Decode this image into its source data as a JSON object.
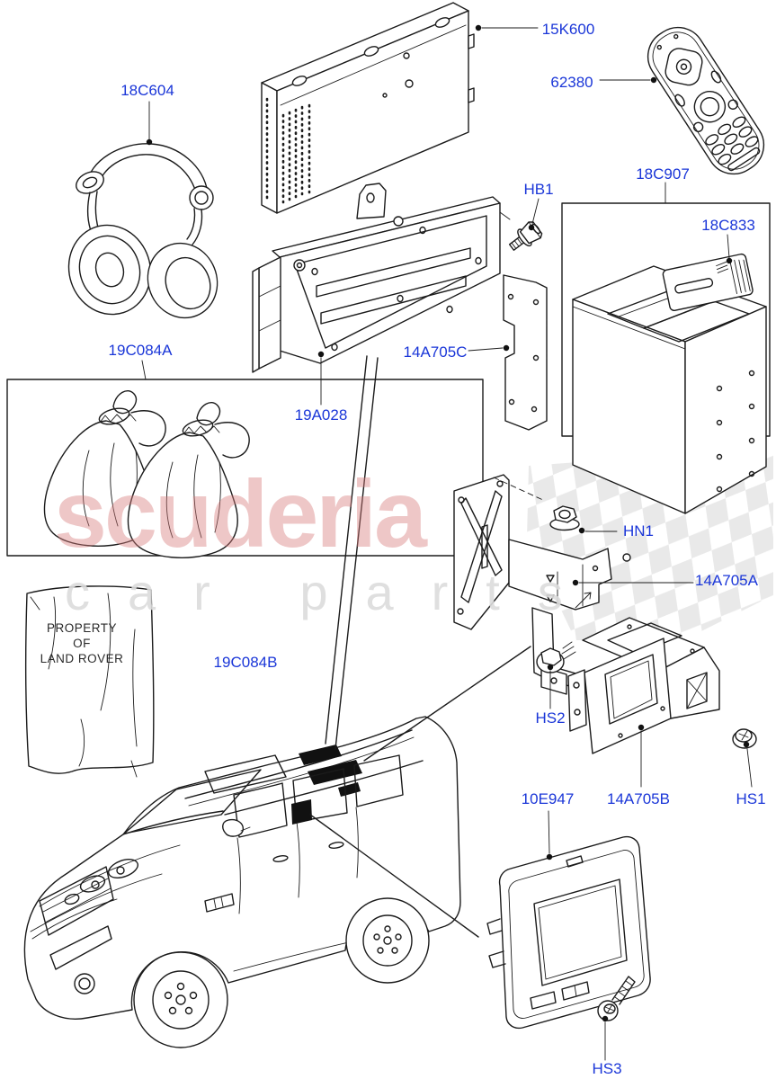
{
  "theme": {
    "label_color": "#1a36d8",
    "line_color": "#1b1b1b",
    "wm_brand_color": "#d97c7c",
    "wm_sub_color": "#dcdcdc"
  },
  "watermark": {
    "brand": "scuderia",
    "sub": "car parts"
  },
  "parts": [
    {
      "label": "18C604"
    },
    {
      "label": "15K600"
    },
    {
      "label": "62380"
    },
    {
      "label": "HB1"
    },
    {
      "label": "18C907"
    },
    {
      "label": "18C833"
    },
    {
      "label": "19A028"
    },
    {
      "label": "14A705C"
    },
    {
      "label": "19C084A"
    },
    {
      "label": "HN1"
    },
    {
      "label": "14A705A"
    },
    {
      "label": "19C084B"
    },
    {
      "label": "HS2"
    },
    {
      "label": "10E947"
    },
    {
      "label": "14A705B"
    },
    {
      "label": "HS1"
    },
    {
      "label": "HS3"
    }
  ],
  "property_bag": {
    "lines": [
      "PROPERTY",
      "OF",
      "LAND ROVER"
    ]
  }
}
